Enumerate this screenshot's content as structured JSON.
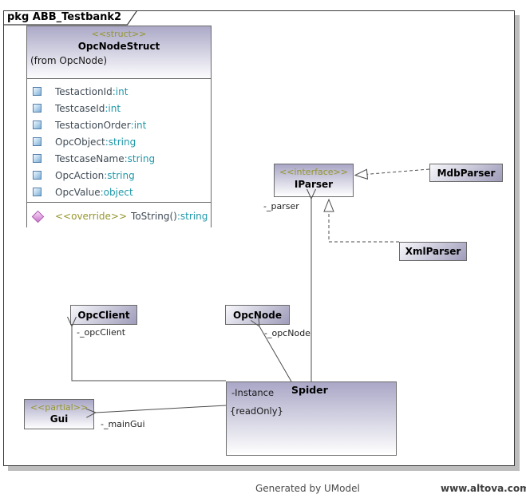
{
  "frame": {
    "tab_label": "pkg ABB_Testbank2"
  },
  "footer": {
    "generated_by": "Generated by UModel",
    "website": "www.altova.com"
  },
  "edge_labels": {
    "parser": "-_parser",
    "opc_client": "-_opcClient",
    "opc_node": "-_opcNode",
    "main_gui": "-_mainGui"
  },
  "colors": {
    "stereotype": "#96962e",
    "attribute_name": "#3f4a55",
    "attribute_type": "#1e97a8",
    "box_gradient_top": "#a9a7c6",
    "line": "#4c4c4c"
  },
  "classes": {
    "opc_node_struct": {
      "stereotype": "<<struct>>",
      "name": "OpcNodeStruct",
      "origin": "(from OpcNode)",
      "attributes": [
        {
          "name": "TestactionId",
          "type": ":int"
        },
        {
          "name": "TestcaseId",
          "type": ":int"
        },
        {
          "name": "TestactionOrder",
          "type": ":int"
        },
        {
          "name": "OpcObject",
          "type": ":string"
        },
        {
          "name": "TestcaseName",
          "type": ":string"
        },
        {
          "name": "OpcAction",
          "type": ":string"
        },
        {
          "name": "OpcValue",
          "type": ":object"
        }
      ],
      "operation": {
        "stereotype": "<<override>>",
        "signature": "ToString()",
        "type": ":string"
      }
    },
    "iparser": {
      "stereotype": "<<interface>>",
      "name": "IParser"
    },
    "mdb_parser": {
      "name": "MdbParser"
    },
    "xml_parser": {
      "name": "XmlParser"
    },
    "opc_client": {
      "name": "OpcClient"
    },
    "opc_node": {
      "name": "OpcNode"
    },
    "gui": {
      "stereotype": "<<partial>>",
      "name": "Gui"
    },
    "spider": {
      "name": "Spider",
      "attribute": "-Instance",
      "constraint": "{readOnly}"
    }
  }
}
